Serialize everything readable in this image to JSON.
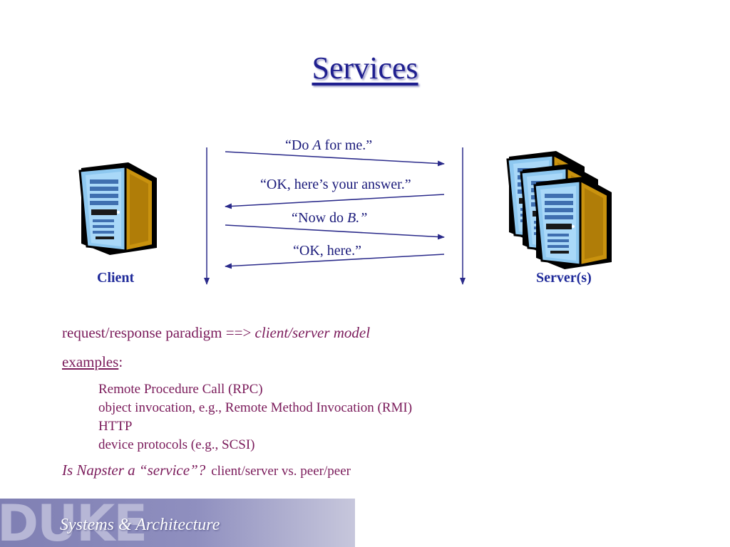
{
  "title": "Services",
  "diagram": {
    "client_label": "Client",
    "server_label": "Server(s)",
    "messages": [
      {
        "open": "“Do ",
        "em": "A",
        "close": " for me.”",
        "direction": "client-to-server"
      },
      {
        "text": "“OK, here’s your answer.”",
        "direction": "server-to-client"
      },
      {
        "open": "“",
        "mid": "Now do ",
        "em": "B.”",
        "direction": "client-to-server"
      },
      {
        "text": "“OK, here.”",
        "direction": "server-to-client"
      }
    ]
  },
  "body": {
    "line1_prefix": "request/response paradigm ==> ",
    "line1_em": "client/server model",
    "examples_label": "examples",
    "examples_colon": ":",
    "examples": [
      "Remote Procedure Call (RPC)",
      "object invocation, e.g., Remote Method Invocation (RMI)",
      "HTTP",
      "device protocols (e.g., SCSI)"
    ],
    "napster_q": "Is Napster a “service”?",
    "napster_note": "client/server vs. peer/peer"
  },
  "footer": {
    "logo": "DUKE",
    "caption": "Systems & Architecture"
  },
  "colors": {
    "title": "#1f1f8f",
    "arrows": "#2a2a8a",
    "body_text": "#7a1a5a",
    "node_labels": "#1f2a9a"
  }
}
